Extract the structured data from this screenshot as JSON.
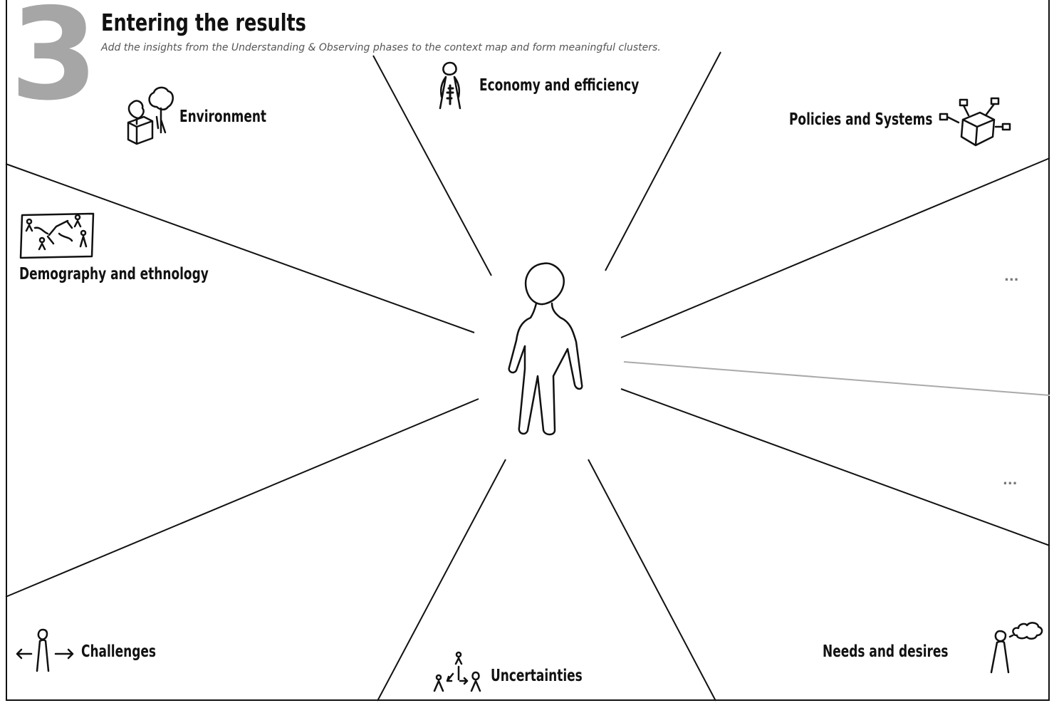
{
  "header": {
    "step_number": "3",
    "title": "Entering the results",
    "subtitle": "Add the insights from the Understanding & Observing phases to the context map and form meaningful clusters."
  },
  "segments": {
    "environment": "Environment",
    "economy": "Economy and efficiency",
    "policies": "Policies and Systems",
    "demography": "Demography and ethnology",
    "challenges": "Challenges",
    "uncertainties": "Uncertainties",
    "needs": "Needs and desires",
    "more_1": "...",
    "more_2": "..."
  },
  "colors": {
    "ink": "#111111",
    "accent_gray": "#a6a6a6",
    "persona_gray": "#bdbdbd"
  },
  "icons": {
    "environment": "house-trees-icon",
    "economy": "person-money-icon",
    "policies": "cube-network-icon",
    "demography": "people-map-icon",
    "challenges": "person-arrows-icon",
    "uncertainties": "people-question-icon",
    "needs": "person-thought-icon",
    "center": "persona-outline-icon"
  }
}
